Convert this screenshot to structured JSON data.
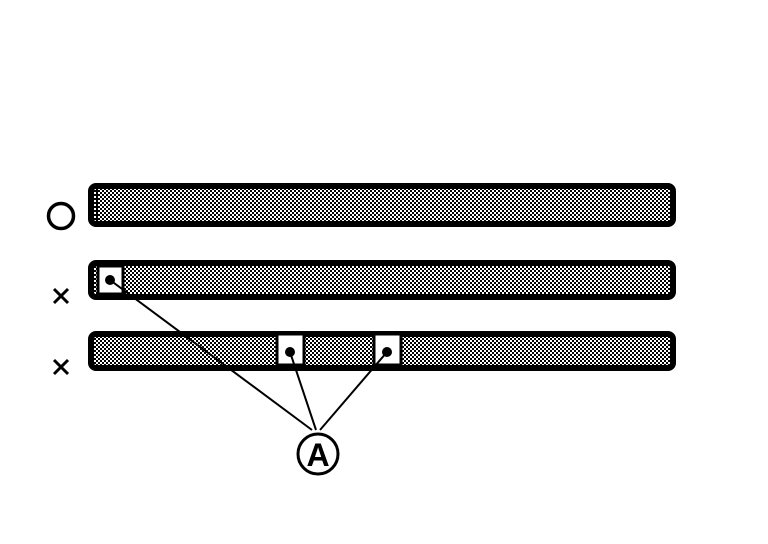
{
  "diagram": {
    "rows": [
      {
        "mark": "○",
        "mark_icon": "circle-ok-icon",
        "meaning": "correct"
      },
      {
        "mark": "×",
        "mark_icon": "cross-ng-icon",
        "meaning": "incorrect"
      },
      {
        "mark": "×",
        "mark_icon": "cross-ng-icon",
        "meaning": "incorrect"
      }
    ],
    "callout_label": "A",
    "colors": {
      "line": "#000000",
      "fill": "#bdbdbd",
      "background": "#ffffff"
    }
  }
}
